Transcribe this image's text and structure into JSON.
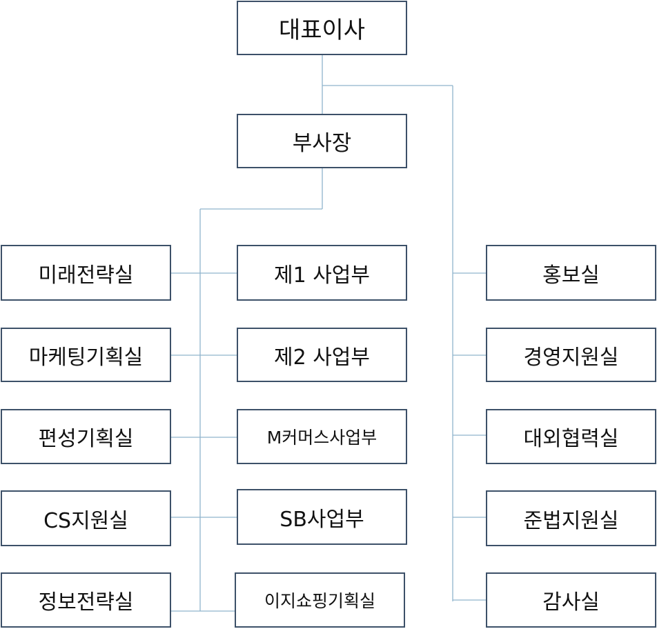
{
  "org_chart": {
    "ceo": "대표이사",
    "vice_president": "부사장",
    "left_column": [
      "미래전략실",
      "마케팅기획실",
      "편성기획실",
      "CS지원실",
      "정보전략실"
    ],
    "center_column": [
      "제1 사업부",
      "제2 사업부",
      "M커머스사업부",
      "SB사업부",
      "이지쇼핑기획실"
    ],
    "right_column": [
      "홍보실",
      "경영지원실",
      "대외협력실",
      "준법지원실",
      "감사실"
    ],
    "colors": {
      "box_border": "#3c5068",
      "connector": "#8fb3cc"
    }
  }
}
